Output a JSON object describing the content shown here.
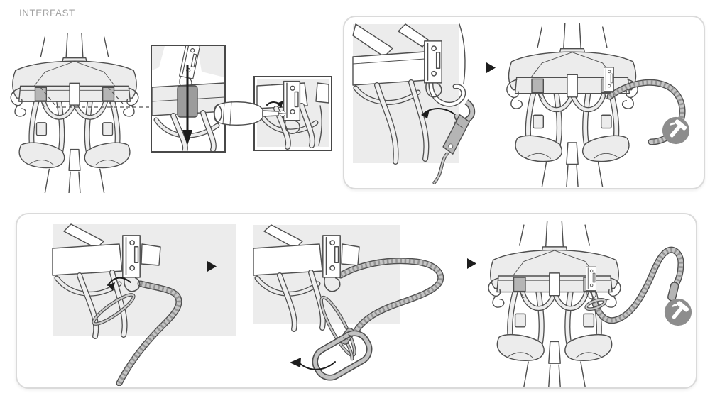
{
  "title": "INTERFAST",
  "colors": {
    "bg": "#ffffff",
    "line": "#4f4f4f",
    "fill-light": "#ececec",
    "fill-mid": "#b5b5b5",
    "fill-dark": "#9c9c9c",
    "badge": "#8d8d8d",
    "panel-border": "#dadada",
    "box-border": "#484848",
    "arrow": "#1d1d1d",
    "title-color": "#a3a3a3"
  },
  "icons": {
    "next_arrow": "right-triangle",
    "hammer": "hammer-in-gray-circle",
    "insert_arrow": "down-arrow",
    "rotate_arrow": "curved-arrow",
    "clip_arrow": "curved-arrow"
  }
}
